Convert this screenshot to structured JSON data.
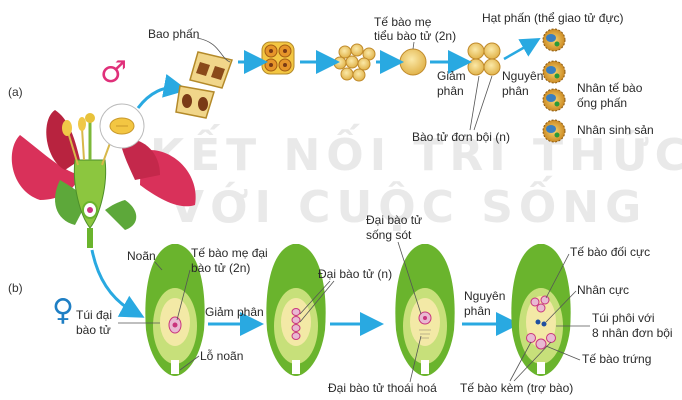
{
  "watermark": {
    "line1": "KẾT NỐI TRI THỨC",
    "line2": "VỚI CUỘC SỐNG"
  },
  "symbols": {
    "male": "♂",
    "female": "♀",
    "male_color": "#e0307a",
    "female_color": "#1f7fc4"
  },
  "parts": {
    "a": "(a)",
    "b": "(b)"
  },
  "labels_a": {
    "bao_phan": "Bao phấn",
    "te_bao_me_1": "Tế bào mẹ",
    "te_bao_me_2": "tiểu bào tử (2n)",
    "giam_phan_1": "Giảm",
    "giam_phan_2": "phân",
    "nguyen_phan_1": "Nguyên",
    "nguyen_phan_2": "phân",
    "bao_tu_don_boi": "Bào tử đơn bội (n)",
    "hat_phan": "Hạt phấn (thể giao tử đực)",
    "nhan_te_bao_1": "Nhân tế bào",
    "nhan_te_bao_2": "ống phấn",
    "nhan_sinh_san": "Nhân sinh sản"
  },
  "labels_b": {
    "noan": "Noãn",
    "te_bao_me_dai_1": "Tế bào mẹ đại",
    "te_bao_me_dai_2": "bào tử (2n)",
    "tui_dai_1": "Túi đại",
    "tui_dai_2": "bào tử",
    "lo_noan": "Lỗ noãn",
    "giam_phan": "Giảm phân",
    "dai_bao_tu_n": "Đại bào tử (n)",
    "dai_bao_tu_song_sot_1": "Đại bào tử",
    "dai_bao_tu_song_sot_2": "sống sót",
    "dai_bao_tu_thoai_hoa": "Đại bào tử thoái hoá",
    "nguyen_phan_1": "Nguyên",
    "nguyen_phan_2": "phân",
    "te_bao_doi_cuc": "Tế bào đối cực",
    "nhan_cuc": "Nhân cực",
    "tui_phoi_1": "Túi phôi với",
    "tui_phoi_2": "8 nhân đơn bội",
    "te_bao_trung": "Tế bào trứng",
    "te_bao_kem": "Tế bào kèm (trợ bào)"
  },
  "colors": {
    "arrow": "#29a9e1",
    "green_outer": "#6ab42d",
    "green_inner": "#c7e07a",
    "yellow": "#f3e9a6",
    "pink": "#c9357d",
    "petal": "#d9315a",
    "pollen": "#e3a62c"
  }
}
